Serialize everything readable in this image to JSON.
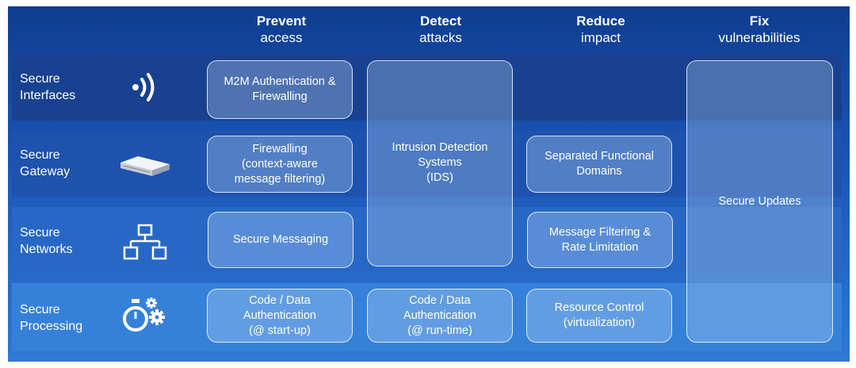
{
  "columns": [
    {
      "title": "Prevent",
      "subtitle": "access"
    },
    {
      "title": "Detect",
      "subtitle": "attacks"
    },
    {
      "title": "Reduce",
      "subtitle": "impact"
    },
    {
      "title": "Fix",
      "subtitle": "vulnerabilities"
    }
  ],
  "rows": [
    {
      "line1": "Secure",
      "line2": "Interfaces",
      "icon": "wireless-signal-icon"
    },
    {
      "line1": "Secure",
      "line2": "Gateway",
      "icon": "gateway-device-icon"
    },
    {
      "line1": "Secure",
      "line2": "Networks",
      "icon": "network-topology-icon"
    },
    {
      "line1": "Secure",
      "line2": "Processing",
      "icon": "stopwatch-gears-icon"
    }
  ],
  "cells": {
    "m2m": [
      "M2M Authentication &",
      "Firewalling"
    ],
    "firewalling": [
      "Firewalling",
      "(context-aware",
      "message filtering)"
    ],
    "messaging": [
      "Secure Messaging"
    ],
    "code_startup": [
      "Code / Data",
      "Authentication",
      "(@ start-up)"
    ],
    "ids": [
      "Intrusion Detection",
      "Systems",
      "(IDS)"
    ],
    "code_runtime": [
      "Code / Data",
      "Authentication",
      "(@ run-time)"
    ],
    "separated": [
      "Separated Functional",
      "Domains"
    ],
    "msg_filter": [
      "Message Filtering &",
      "Rate Limitation"
    ],
    "resource": [
      "Resource Control",
      "(virtualization)"
    ],
    "updates": [
      "Secure Updates"
    ]
  },
  "colors": {
    "band_dark": "#17408c",
    "band_mid": "#1f56b3",
    "band_light": "#2a6cca",
    "band_lighter": "#3a82dc"
  }
}
